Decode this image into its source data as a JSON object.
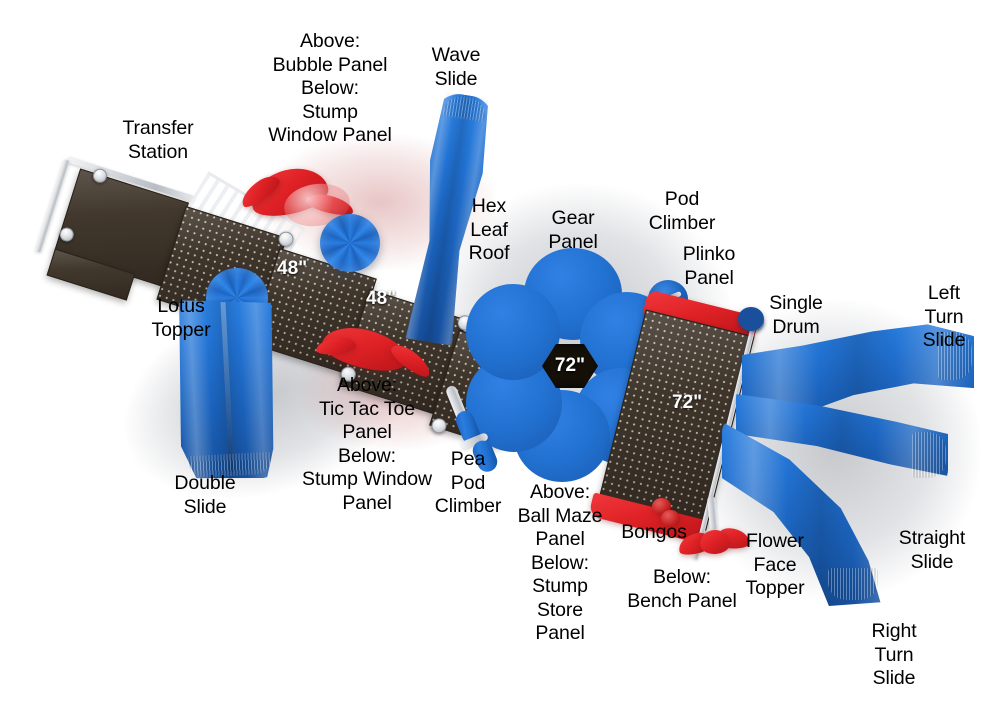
{
  "diagram": {
    "title": "Playground Structure Component Callout Diagram",
    "background_color": "#ffffff",
    "palette": {
      "deck_brown": "#3b3127",
      "plastic_blue": "#2272d2",
      "plastic_red": "#e02226",
      "metal_gray": "#d2d5da",
      "label_text": "#000000",
      "dimension_text": "#ffffff"
    }
  },
  "labels": {
    "transfer_station": "Transfer\nStation",
    "bubble_stump_panel": "Above:\nBubble Panel\nBelow:\nStump\nWindow Panel",
    "wave_slide": "Wave\nSlide",
    "lotus_topper": "Lotus\nTopper",
    "double_slide": "Double\nSlide",
    "tic_tac_toe_panel": "Above:\nTic Tac Toe\nPanel\nBelow:\nStump Window\nPanel",
    "hex_leaf_roof": "Hex\nLeaf\nRoof",
    "gear_panel": "Gear\nPanel",
    "pod_climber": "Pod\nClimber",
    "plinko_panel": "Plinko\nPanel",
    "single_drum": "Single\nDrum",
    "left_turn_slide": "Left\nTurn\nSlide",
    "pea_pod_climber": "Pea\nPod\nClimber",
    "ball_maze_panel": "Above:\nBall Maze\nPanel\nBelow:\nStump\nStore\nPanel",
    "bongos": "Bongos",
    "bench_panel": "Below:\nBench Panel",
    "flower_face_topper": "Flower\nFace\nTopper",
    "straight_slide": "Straight\nSlide",
    "right_turn_slide": "Right\nTurn\nSlide"
  },
  "dimensions": {
    "deck_48_left": "48\"",
    "deck_48_right": "48\"",
    "roof_hub_72": "72\"",
    "deck_72_right": "72\""
  }
}
